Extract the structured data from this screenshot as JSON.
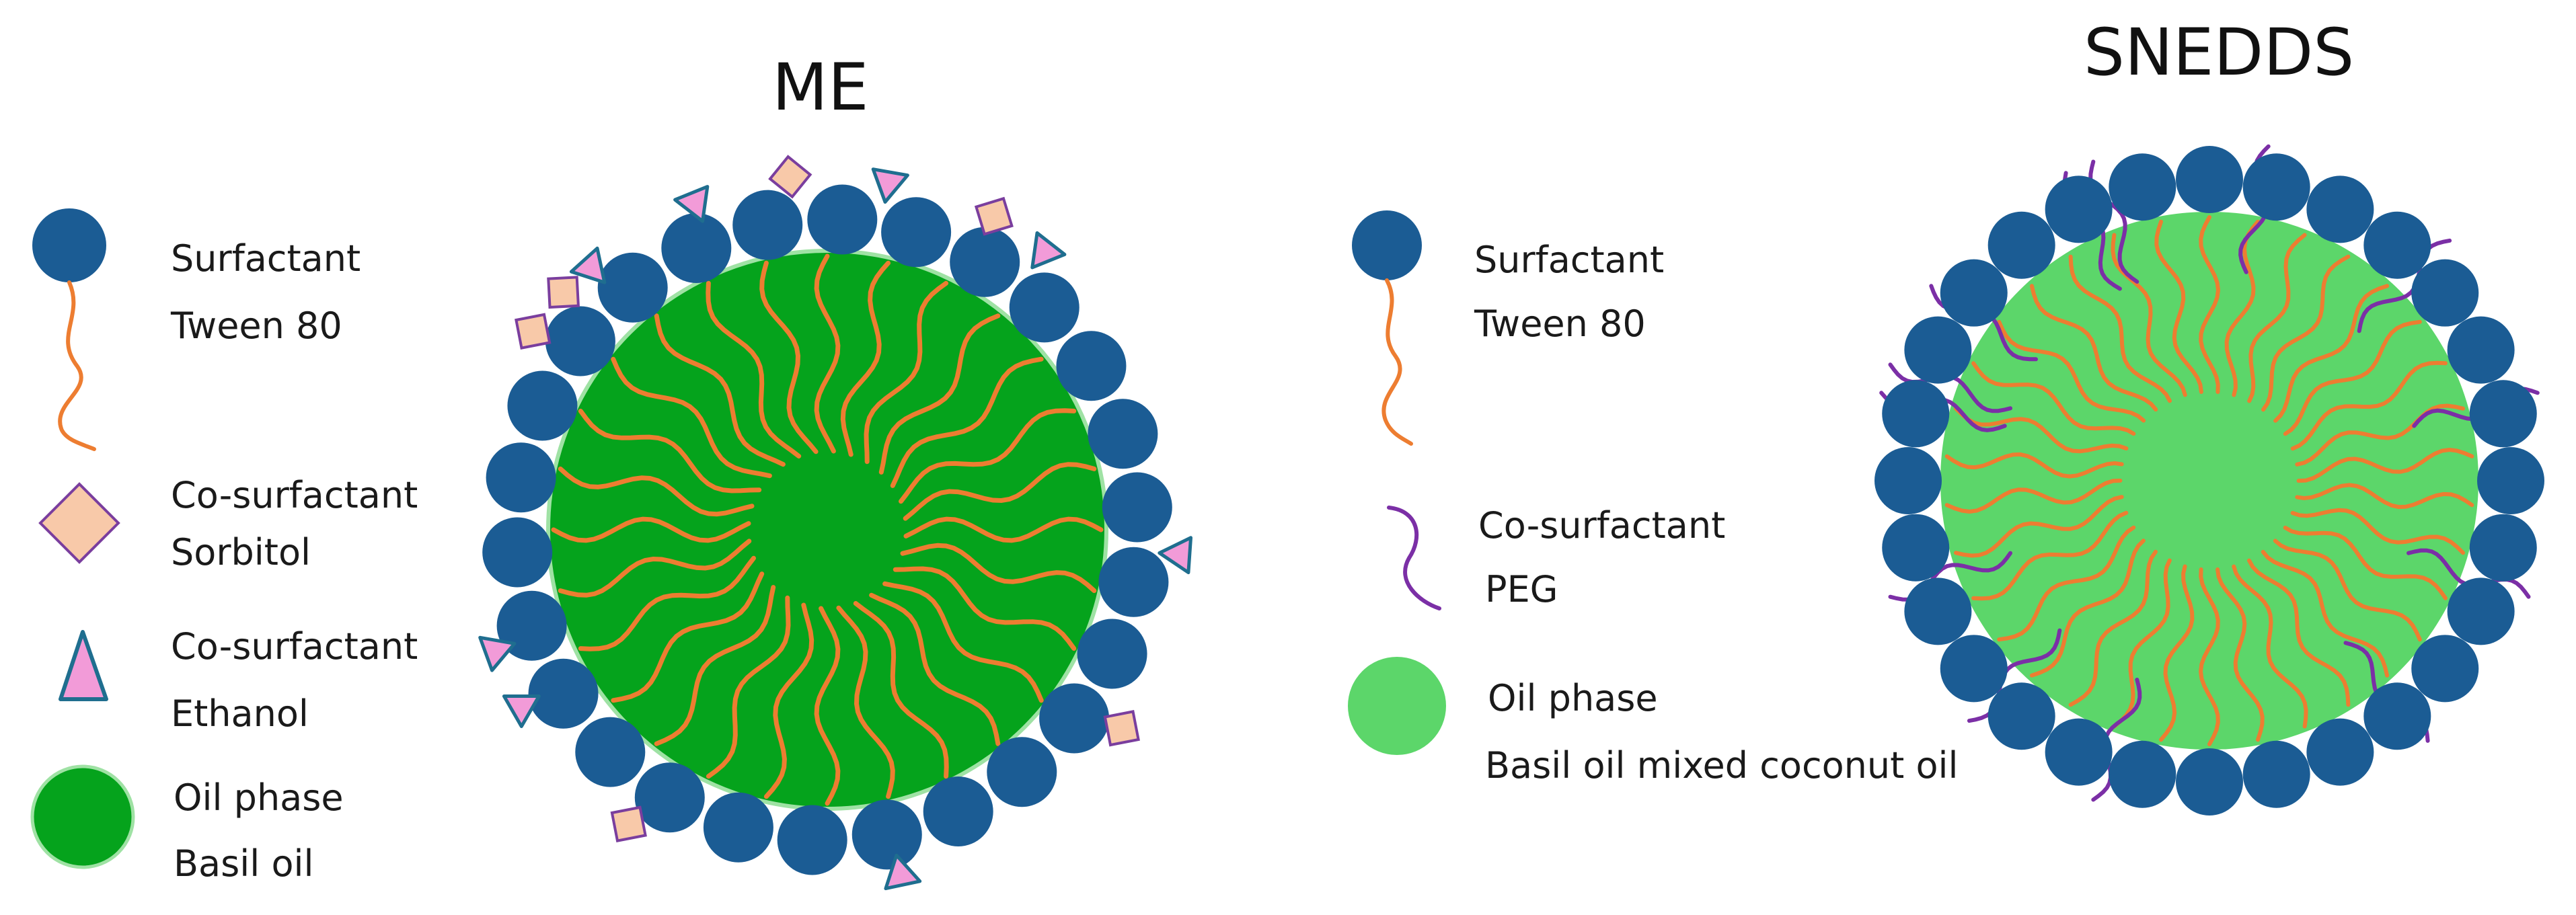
{
  "me": {
    "title": "ME",
    "legend": {
      "surfactant": {
        "line1": "Surfactant",
        "line2": "Tween 80"
      },
      "cosurfactant_sorbitol": {
        "line1": "Co-surfactant",
        "line2": "Sorbitol"
      },
      "cosurfactant_ethanol": {
        "line1": "Co-surfactant",
        "line2": "Ethanol"
      },
      "oil": {
        "line1": "Oil phase",
        "line2": "Basil oil"
      }
    }
  },
  "snedds": {
    "title": "SNEDDS",
    "legend": {
      "surfactant": {
        "line1": "Surfactant",
        "line2": "Tween 80"
      },
      "cosurfactant_peg": {
        "line1": "Co-surfactant",
        "line2": "PEG"
      },
      "oil": {
        "line1": "Oil phase",
        "line2": "Basil oil mixed coconut oil"
      }
    }
  },
  "colors": {
    "surfactant_head": "#1b5c94",
    "tail": "#ed7d31",
    "me_oil": "#05a31c",
    "snedds_oil": "#5cd66a",
    "diamond_fill": "#f8c9a9",
    "diamond_stroke": "#7a3e9e",
    "triangle_fill": "#f29bd8",
    "triangle_stroke": "#1f6e8f",
    "peg": "#7b2fa6"
  }
}
